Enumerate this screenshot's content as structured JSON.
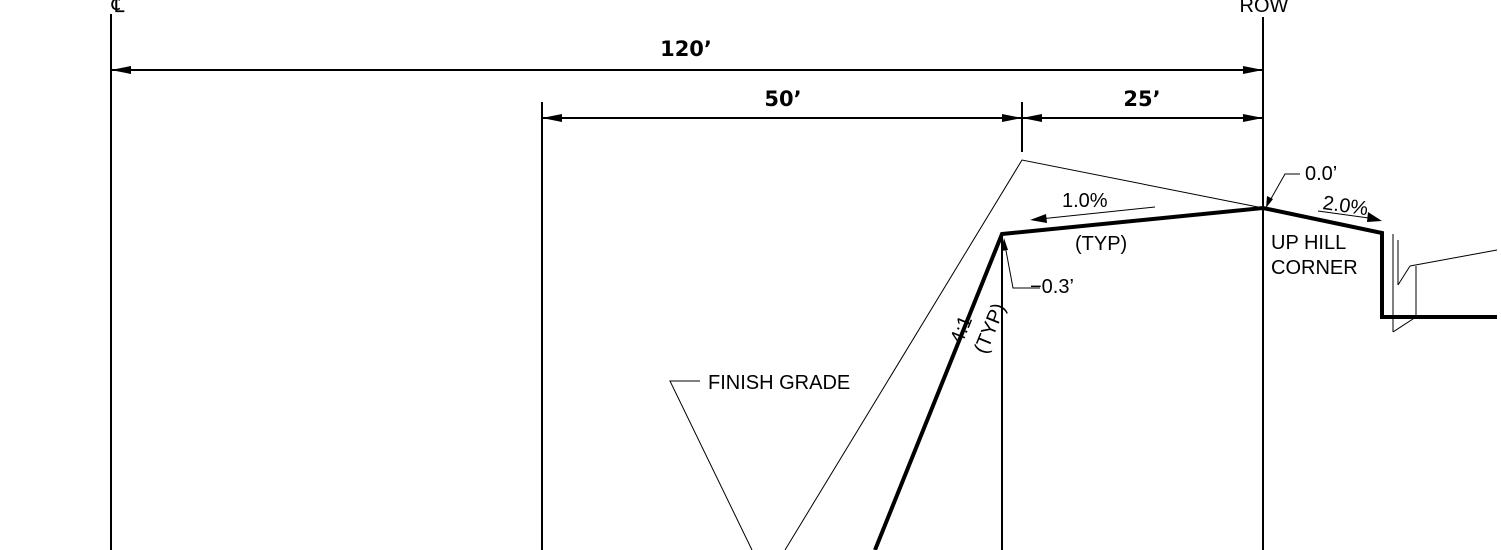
{
  "drawing": {
    "title": "",
    "labels": {
      "cl": "℄",
      "row": "ROW"
    },
    "dimensions": {
      "overall": "120’",
      "middle": "50’",
      "right": "25’"
    },
    "callouts": {
      "elev_top": "0.0’",
      "elev_low": "−0.3’",
      "slope_left": "1.0%",
      "slope_left_typ": "(TYP)",
      "slope_right": "2.0%",
      "slope_side": "4:1",
      "slope_side_typ": "(TYP)",
      "corner_line1": "UP HILL",
      "corner_line2": "CORNER",
      "finish_grade": "FINISH GRADE"
    }
  }
}
